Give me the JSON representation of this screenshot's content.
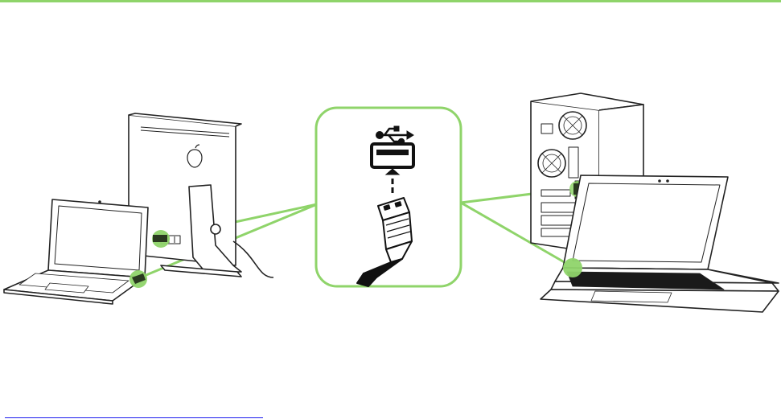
{
  "colors": {
    "accent_green": "#8fd46a",
    "line": "#222222",
    "link": "#1a1aee"
  },
  "diagram": {
    "devices": [
      {
        "id": "all-in-one-desktop",
        "icon": "imac-icon"
      },
      {
        "id": "laptop-left",
        "icon": "laptop-icon"
      },
      {
        "id": "tower-pc",
        "icon": "tower-pc-icon"
      },
      {
        "id": "laptop-right",
        "icon": "laptop-icon"
      }
    ],
    "callout": {
      "icons": [
        "usb-symbol-icon",
        "usb-port-icon",
        "arrow-up-icon",
        "usb-plug-icon"
      ]
    }
  },
  "footer": {
    "link_text": ""
  }
}
